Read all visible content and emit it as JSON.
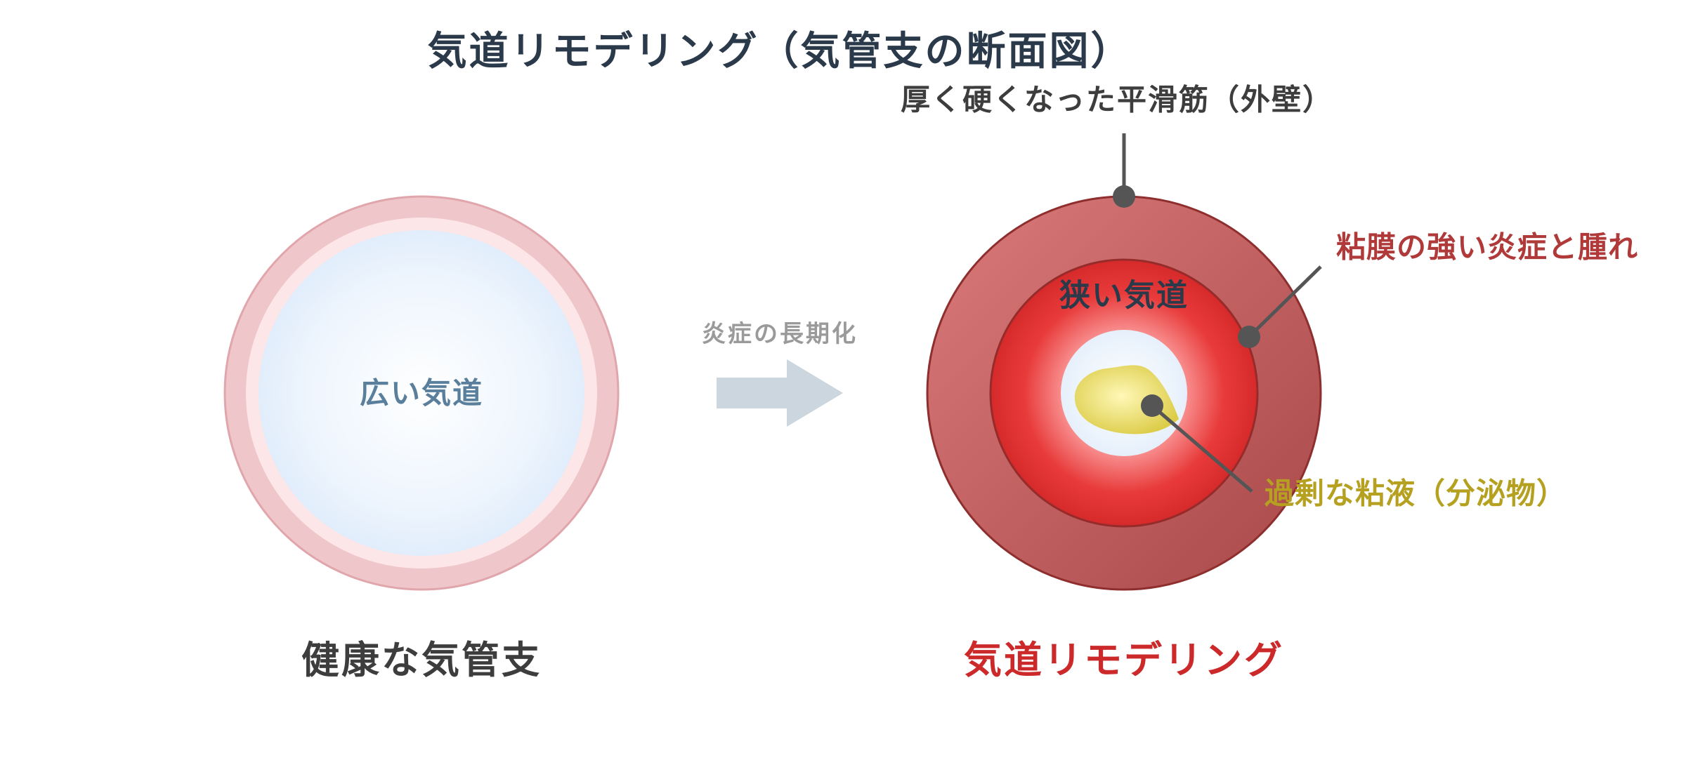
{
  "title": "気道リモデリング（気管支の断面図）",
  "healthy": {
    "lumen_label": "広い気道",
    "caption": "健康な気管支"
  },
  "transition": {
    "label": "炎症の長期化"
  },
  "remodeled": {
    "lumen_label": "狭い気道",
    "caption": "気道リモデリング",
    "callouts": {
      "smooth_muscle": "厚く硬くなった平滑筋（外壁）",
      "mucosa": "粘膜の強い炎症と腫れ",
      "mucus": "過剰な粘液（分泌物）"
    }
  },
  "colors": {
    "title": "#2b3a4a",
    "healthy_lumen_text": "#5a7f9c",
    "healthy_caption": "#3d3d3d",
    "transition_text": "#9a9a9a",
    "arrow": "#ccd6de",
    "remodeled_caption": "#cc2a2a",
    "mucosa_callout": "#b03a3a",
    "muscle_callout": "#3d3d3d",
    "mucus_callout": "#b5a020",
    "leader": "#555555"
  }
}
